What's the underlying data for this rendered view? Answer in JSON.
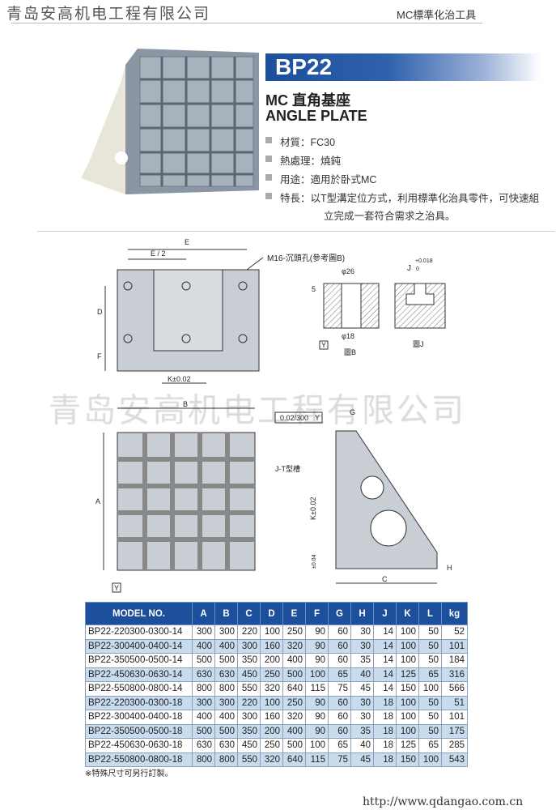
{
  "header": {
    "company": "青岛安高机电工程有限公司",
    "category": "MC標準化治工具"
  },
  "product": {
    "code": "BP22",
    "title_cn": "MC 直角基座",
    "title_en": "ANGLE PLATE",
    "specs": [
      "材質：FC30",
      "熱處理：燒鈍",
      "用途：適用於卧式MC",
      "特長：以T型溝定位方式，利用標準化治具零件，可快速組",
      "立完成一套符合需求之治具。"
    ]
  },
  "drawing": {
    "E": "E",
    "E2": "E / 2",
    "D": "D",
    "F": "F",
    "K": "K±0.02",
    "m16": "M16-沉頭孔(參考圖B)",
    "phi26": "φ26",
    "phi18": "φ18",
    "five": "5",
    "Y": "Y",
    "figB": "圖B",
    "figJ": "圖J",
    "J": "J",
    "Jtol": "+0.018",
    "Jtol0": "0",
    "B": "B",
    "A": "A",
    "flat": "0.02/300",
    "G": "G",
    "jt": "J-T型槽",
    "C": "C",
    "H": "H",
    "tol": "±0.04"
  },
  "watermark": "青岛安高机电工程有限公司",
  "table": {
    "headers": [
      "MODEL NO.",
      "A",
      "B",
      "C",
      "D",
      "E",
      "F",
      "G",
      "H",
      "J",
      "K",
      "L",
      "kg"
    ],
    "rows": [
      [
        "BP22-220300-0300-14",
        "300",
        "300",
        "220",
        "100",
        "250",
        "90",
        "60",
        "30",
        "14",
        "100",
        "50",
        "52"
      ],
      [
        "BP22-300400-0400-14",
        "400",
        "400",
        "300",
        "160",
        "320",
        "90",
        "60",
        "30",
        "14",
        "100",
        "50",
        "101"
      ],
      [
        "BP22-350500-0500-14",
        "500",
        "500",
        "350",
        "200",
        "400",
        "90",
        "60",
        "35",
        "14",
        "100",
        "50",
        "184"
      ],
      [
        "BP22-450630-0630-14",
        "630",
        "630",
        "450",
        "250",
        "500",
        "100",
        "65",
        "40",
        "14",
        "125",
        "65",
        "316"
      ],
      [
        "BP22-550800-0800-14",
        "800",
        "800",
        "550",
        "320",
        "640",
        "115",
        "75",
        "45",
        "14",
        "150",
        "100",
        "566"
      ],
      [
        "BP22-220300-0300-18",
        "300",
        "300",
        "220",
        "100",
        "250",
        "90",
        "60",
        "30",
        "18",
        "100",
        "50",
        "51"
      ],
      [
        "BP22-300400-0400-18",
        "400",
        "400",
        "300",
        "160",
        "320",
        "90",
        "60",
        "30",
        "18",
        "100",
        "50",
        "101"
      ],
      [
        "BP22-350500-0500-18",
        "500",
        "500",
        "350",
        "200",
        "400",
        "90",
        "60",
        "35",
        "18",
        "100",
        "50",
        "175"
      ],
      [
        "BP22-450630-0630-18",
        "630",
        "630",
        "450",
        "250",
        "500",
        "100",
        "65",
        "40",
        "18",
        "125",
        "65",
        "285"
      ],
      [
        "BP22-550800-0800-18",
        "800",
        "800",
        "550",
        "320",
        "640",
        "115",
        "75",
        "45",
        "18",
        "150",
        "100",
        "543"
      ]
    ]
  },
  "note": "※特殊尺寸可另行訂製。",
  "footer": "http://www.qdangao.com.cn"
}
